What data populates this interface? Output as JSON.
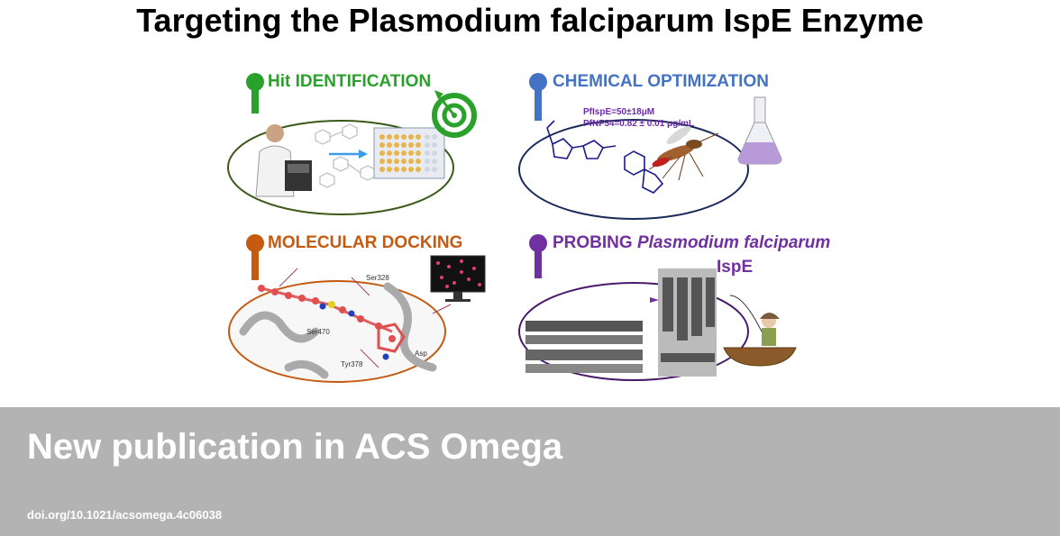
{
  "title": "Targeting the Plasmodium falciparum IspE Enzyme",
  "colors": {
    "green": "#2aa12a",
    "blue": "#4472c4",
    "orange": "#c55a11",
    "purple": "#7030a0",
    "banner": "#b3b3b3"
  },
  "panels": {
    "hit": {
      "label": "Hit IDENTIFICATION"
    },
    "chem": {
      "label": "CHEMICAL OPTIMIZATION",
      "metric1": "PfIspE=50±18μM",
      "metric2": "PfNF54=0.82 ± 0.01 μg/mL"
    },
    "dock": {
      "label": "MOLECULAR DOCKING",
      "residues": [
        "Ser328",
        "Ser470",
        "Tyr378",
        "Asp"
      ]
    },
    "probe": {
      "label_plain": "PROBING",
      "label_italic": "Plasmodium falciparum",
      "label_line2": "IspE"
    }
  },
  "banner": {
    "headline": "New publication in ACS Omega",
    "doi": "doi.org/10.1021/acsomega.4c06038"
  },
  "icons": [
    "target-icon",
    "flask-icon",
    "monitor-icon",
    "mosquito-icon",
    "scientist-icon",
    "fishing-girl-icon",
    "well-plate-icon",
    "molecule-icon",
    "gel-blot-icon"
  ]
}
